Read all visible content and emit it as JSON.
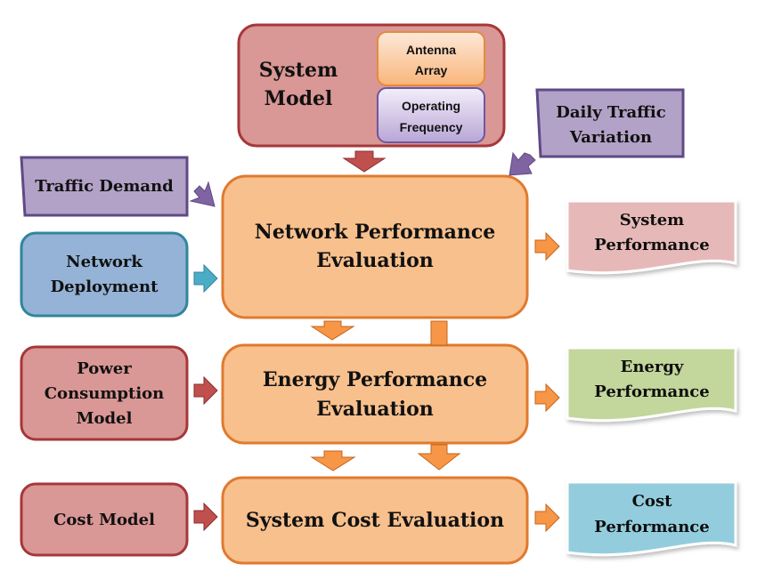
{
  "colors": {
    "orange_fill": "#f8c08d",
    "orange_stroke": "#e07a2f",
    "red_fill": "#d99795",
    "red_stroke": "#a6373a",
    "purple_fill": "#b3a2c7",
    "purple_stroke": "#5f4a86",
    "blue_fill": "#95b3d7",
    "blue_stroke": "#31859c",
    "arrow_red": "#c0504d",
    "arrow_purple": "#8064a2",
    "arrow_teal": "#4bacc6",
    "arrow_orange": "#f79646",
    "doc_pink": "#e6b9b8",
    "doc_green": "#c3d69b",
    "doc_cyan": "#93cddd"
  },
  "system_model": {
    "line1": "System",
    "line2": "Model",
    "antenna_line1": "Antenna",
    "antenna_line2": "Array",
    "frequency_line1": "Operating",
    "frequency_line2": "Frequency"
  },
  "inputs": {
    "daily_traffic_line1": "Daily Traffic",
    "daily_traffic_line2": "Variation",
    "traffic_demand": "Traffic Demand",
    "network_deployment_line1": "Network",
    "network_deployment_line2": "Deployment",
    "power_line1": "Power",
    "power_line2": "Consumption",
    "power_line3": "Model",
    "cost_model": "Cost Model"
  },
  "evaluations": {
    "network_line1": "Network Performance",
    "network_line2": "Evaluation",
    "energy_line1": "Energy Performance",
    "energy_line2": "Evaluation",
    "cost": "System Cost Evaluation"
  },
  "outputs": {
    "system_line1": "System",
    "system_line2": "Performance",
    "energy_line1": "Energy",
    "energy_line2": "Performance",
    "cost_line1": "Cost",
    "cost_line2": "Performance"
  }
}
